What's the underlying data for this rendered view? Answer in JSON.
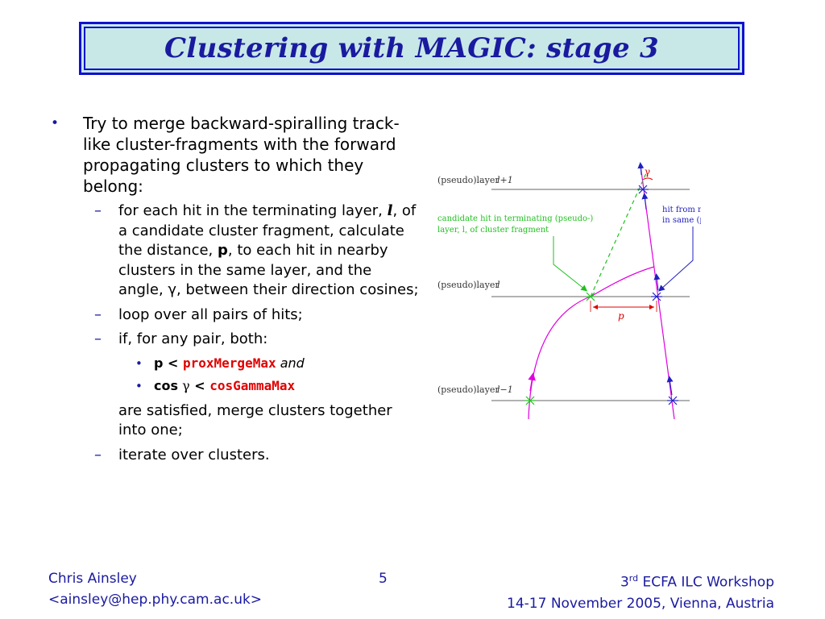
{
  "title": "Clustering with MAGIC: stage 3",
  "bullet": "Try to merge backward-spiralling track-like cluster-fragments with the forward propagating clusters to which they belong:",
  "sub1_a": "for each hit in the terminating layer, ",
  "sub1_l": "l",
  "sub1_b": ", of a candidate cluster fragment, calculate the distance, ",
  "sub1_p": "p",
  "sub1_c": ", to each hit in nearby clusters in the same layer, and the angle, γ, between their direction cosines;",
  "sub2": "loop over all pairs of hits;",
  "sub3": "if, for any pair, both:",
  "cond1_lhs": "p",
  "cond1_op": " < ",
  "cond1_val": "proxMergeMax",
  "cond1_and": "and",
  "cond2_lhs": "cos",
  "cond2_gamma": "γ",
  "cond2_op": "  < ",
  "cond2_val": "cosGammaMax",
  "continuation": "are satisfied, merge clusters together into one;",
  "sub4": "iterate over clusters.",
  "diagram": {
    "layer_top": "(pseudo)layer",
    "layer_top_idx": "l+1",
    "layer_mid": "(pseudo)layer",
    "layer_mid_idx": "l",
    "layer_bot": "(pseudo)layer",
    "layer_bot_idx": "l−1",
    "candidate_line1": "candidate hit in terminating (pseudo-)",
    "candidate_line2": "layer,  l, of cluster fragment",
    "nearby_line1": "hit from nearby cluster",
    "nearby_line2": "in same (pseudo)layer,  l",
    "gamma": "γ",
    "p": "p"
  },
  "footer": {
    "author": "Chris Ainsley",
    "email": "<ainsley@hep.phy.cam.ac.uk>",
    "page": "5",
    "conf_pre": "3",
    "conf_sup": "rd",
    "conf_post": " ECFA ILC Workshop",
    "date": "14-17 November 2005, Vienna, Austria"
  },
  "colors": {
    "title": "#1a1aa0",
    "accent_red": "#e00000",
    "title_bg": "#c8e8e8",
    "border": "#1010d0"
  }
}
